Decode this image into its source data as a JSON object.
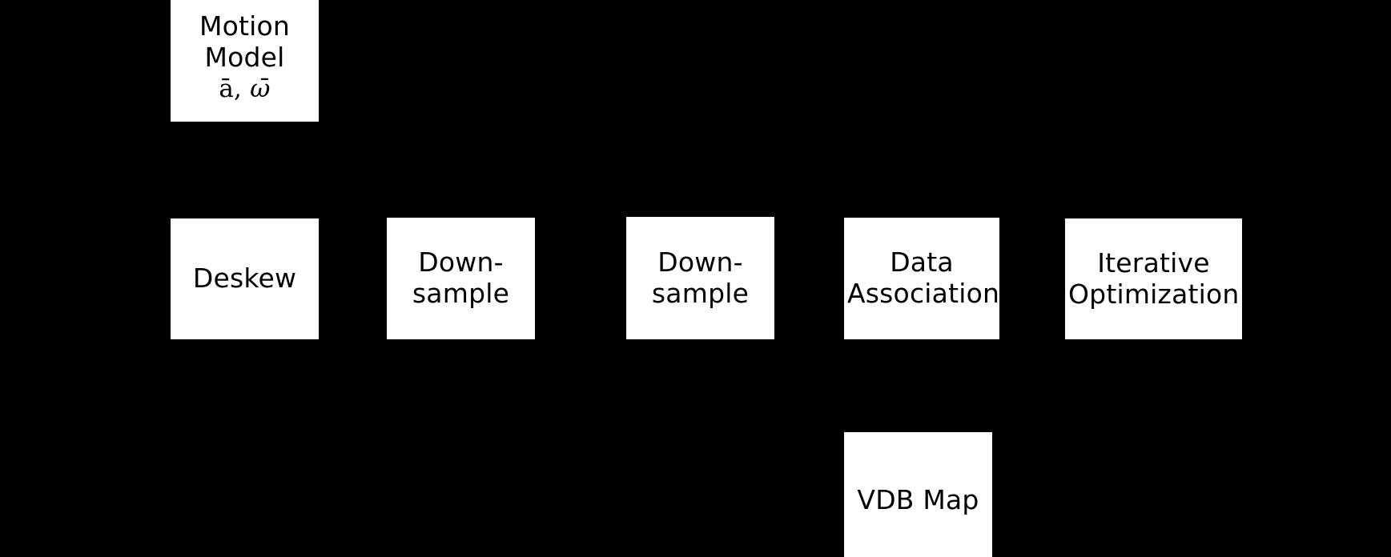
{
  "diagram": {
    "type": "flowchart",
    "background_color": "#000000",
    "node_fill_color": "#ffffff",
    "node_text_color": "#000000",
    "nodes": [
      {
        "id": "motion-model",
        "label": "Motion\nModel",
        "symbols": "ā, ω̄",
        "symbol_parts": {
          "accel": "ā",
          "separator": ",",
          "omega": "ω̄"
        },
        "row": "top"
      },
      {
        "id": "deskew",
        "label": "Deskew",
        "row": "middle"
      },
      {
        "id": "downsample-1",
        "label": "Down-\nsample",
        "row": "middle"
      },
      {
        "id": "downsample-2",
        "label": "Down-\nsample",
        "row": "middle"
      },
      {
        "id": "data-association",
        "label": "Data\nAssociation",
        "row": "middle"
      },
      {
        "id": "iterative-optimization",
        "label": "Iterative\nOptimization",
        "row": "middle"
      },
      {
        "id": "vdb-map",
        "label": "VDB Map",
        "row": "bottom"
      }
    ]
  }
}
